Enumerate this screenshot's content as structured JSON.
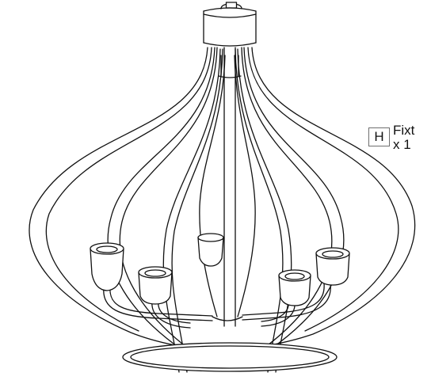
{
  "part": {
    "letter": "H",
    "name": "Fixt",
    "quantity": "x 1"
  },
  "colors": {
    "line": "#111111",
    "label_border": "#6f6f6f",
    "background": "#ffffff"
  }
}
